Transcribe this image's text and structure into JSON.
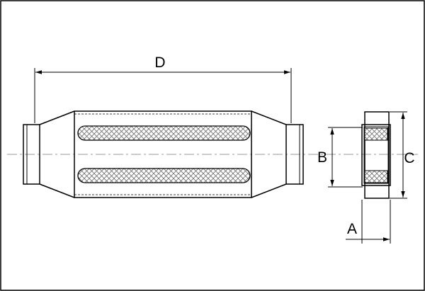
{
  "drawing": {
    "dimension_labels": {
      "overall_length": "D",
      "end_inner_diameter": "A",
      "end_outer_diameter": "B",
      "body_diameter": "C"
    },
    "colors": {
      "ink": "#000000",
      "centerline": "#9a9a9a",
      "paper": "#ffffff",
      "hatch": "#6e6e6e"
    }
  }
}
